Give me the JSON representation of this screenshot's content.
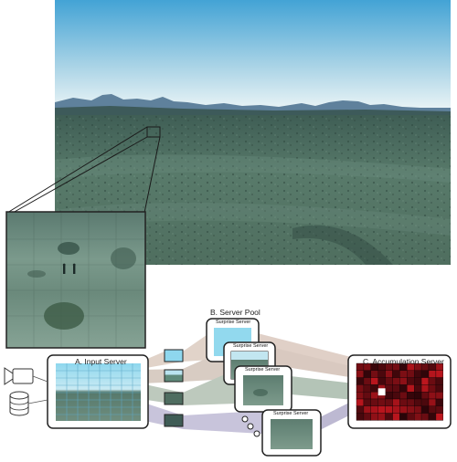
{
  "labels": {
    "input_server": "A. Input Server",
    "server_pool": "B. Server Pool",
    "accumulation_server": "C. Accumulation Server",
    "surprise_server": "Surprise Server"
  },
  "icons": [
    "video-camera-icon",
    "database-icon",
    "ellipsis-dots-icon"
  ],
  "colors": {
    "sky_top": "#4aa8d8",
    "sky_horizon": "#e9f3f6",
    "mountains": "#5d7f9a",
    "ground": "#4c6a5c",
    "inset_frame": "#222222",
    "link_tan": "#c9b4a4",
    "link_green": "#7f9a84",
    "link_purple": "#a8a2c4",
    "heatmap_dark": "#2a0508",
    "heatmap_red": "#a01822",
    "heatmap_highlight": "#ffffff"
  }
}
